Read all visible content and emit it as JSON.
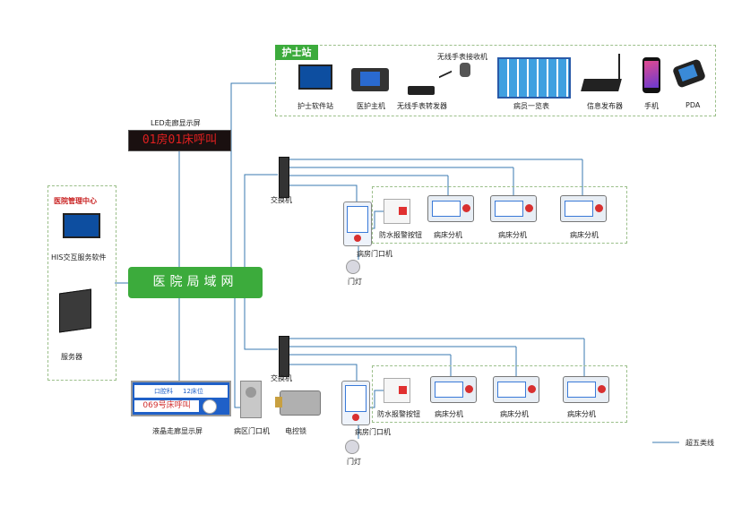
{
  "nurse_station": {
    "title": "护士站"
  },
  "devices": {
    "nurse_software": "护士软件站",
    "nurse_host": "医护主机",
    "watch_relay": "无线手表转发器",
    "watch_receiver": "无线手表接收机",
    "staff_board": "病员一览表",
    "info_publisher": "信息发布器",
    "phone": "手机",
    "pda": "PDA"
  },
  "led": {
    "label": "LED走廊显示屏",
    "text": "01房01床呼叫"
  },
  "management": {
    "title": "医院管理中心",
    "his": "HIS交互服务软件",
    "server": "服务器"
  },
  "lan": {
    "label": "医院局域网"
  },
  "lcd": {
    "label": "液晶走廊显示屏",
    "top_left": "口腔科",
    "top_mid": "12床位",
    "bottom": "069号床呼叫"
  },
  "ward_gate": {
    "label": "病区门口机"
  },
  "lock": {
    "label": "电控锁"
  },
  "ward1": {
    "switch": "交换机",
    "alarm": "防水报警按钮",
    "door": "病房门口机",
    "lamp": "门灯",
    "bed1": "病床分机",
    "bed2": "病床分机",
    "bed3": "病床分机"
  },
  "ward2": {
    "switch": "交换机",
    "alarm": "防水报警按钮",
    "door": "病房门口机",
    "lamp": "门灯",
    "bed1": "病床分机",
    "bed2": "病床分机",
    "bed3": "病床分机"
  },
  "legend": {
    "label": "超五类线",
    "color": "#3a7ab0"
  },
  "colors": {
    "line": "#3a7ab0",
    "green": "#3cab3c",
    "dash": "#9bbf8a"
  }
}
